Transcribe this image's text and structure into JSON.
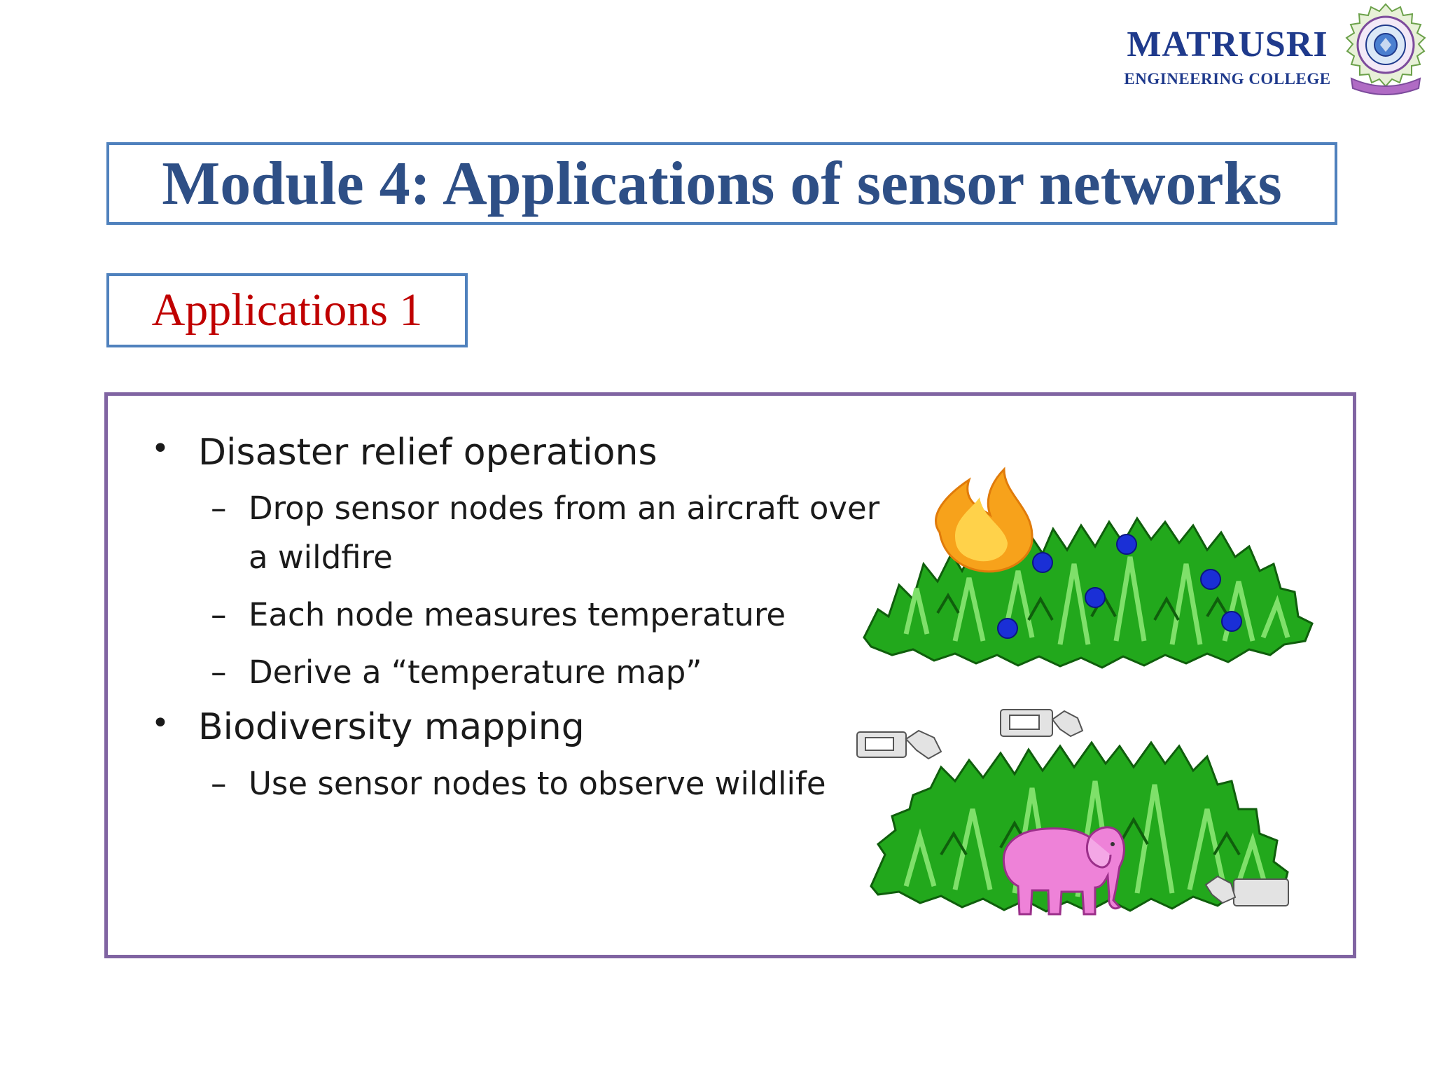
{
  "logo": {
    "name": "MATRUSRI",
    "subtitle": "ENGINEERING COLLEGE"
  },
  "slide": {
    "title": "Module 4: Applications of sensor networks",
    "subtitle": "Applications 1"
  },
  "content": {
    "bullets": [
      {
        "text": "Disaster relief operations",
        "sub": [
          "Drop sensor nodes from an aircraft over a wildfire",
          "Each node measures temperature",
          "Derive a “temperature map”"
        ]
      },
      {
        "text": "Biodiversity mapping",
        "sub": [
          "Use sensor nodes to observe wildlife"
        ]
      }
    ]
  },
  "colors": {
    "title": "#2e4f86",
    "subtitle": "#c00000",
    "box_border": "#4f81bd",
    "content_border": "#8064a2",
    "forest": "#22a81c",
    "sensor_node": "#1a2fd6",
    "elephant": "#ee82d8",
    "flame": "#f7a21b"
  }
}
